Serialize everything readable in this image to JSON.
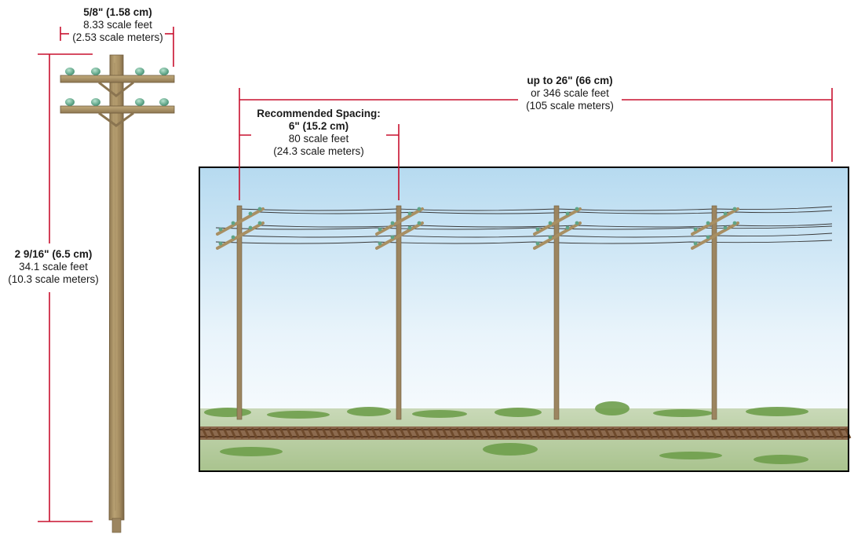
{
  "labels": {
    "crossarm": {
      "primary": "5/8\" (1.58 cm)",
      "secondary": "8.33 scale feet",
      "tertiary": "(2.53 scale meters)"
    },
    "height": {
      "primary": "2 9/16\" (6.5 cm)",
      "secondary": "34.1 scale feet",
      "tertiary": "(10.3 scale meters)"
    },
    "spacing": {
      "heading": "Recommended Spacing:",
      "primary": "6\" (15.2 cm)",
      "secondary": "80 scale feet",
      "tertiary": "(24.3 scale meters)"
    },
    "span": {
      "primary": "up to 26\" (66 cm)",
      "secondary": "or 346 scale feet",
      "tertiary": "(105 scale meters)"
    }
  },
  "colors": {
    "dimension_line": "#c8102e",
    "pole_wood": "#a88f63",
    "pole_shadow": "#8a7450",
    "insulator": "#6fb59a",
    "sky_top": "#b9dcf1",
    "sky_bottom": "#ffffff",
    "grass": "#7fae5a",
    "rail": "#7a4a2a",
    "frame": "#000000"
  }
}
